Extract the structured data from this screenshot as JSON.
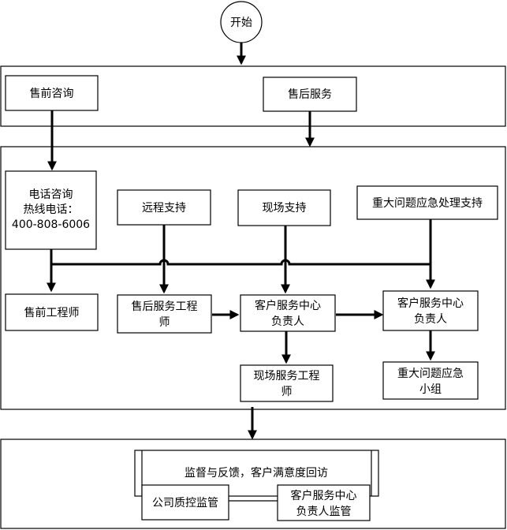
{
  "nodes": {
    "start": "开始",
    "presales_consult": "售前咨询",
    "aftersales_service": "售后服务",
    "phone_consult": [
      "电话咨询",
      "热线电话：",
      "400-808-6006"
    ],
    "remote_support": "远程支持",
    "onsite_support": "现场支持",
    "major_issue_support": "重大问题应急处理支持",
    "presales_engineer": "售前工程师",
    "aftersales_engineer": [
      "售后服务工程",
      "师"
    ],
    "cs_center_head_1": [
      "客户服务中心",
      "负责人"
    ],
    "cs_center_head_2": [
      "客户服务中心",
      "负责人"
    ],
    "onsite_engineer": [
      "现场服务工程",
      "师"
    ],
    "major_issue_team": [
      "重大问题应急",
      "小组"
    ],
    "supervision_feedback": "监督与反馈，客户满意度回访",
    "company_qc": "公司质控监管",
    "cs_head_supervision": [
      "客户服务中心",
      "负责人监管"
    ]
  }
}
